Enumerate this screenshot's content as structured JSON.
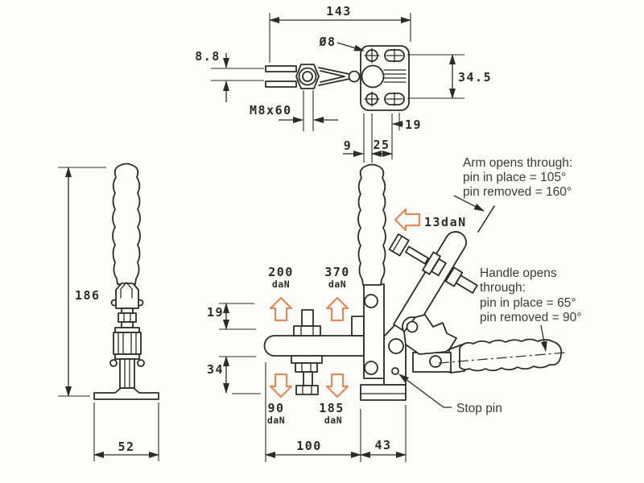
{
  "drawing": {
    "title": "Vertical toggle clamp dimensioned drawing",
    "colors": {
      "ink": "#2b2b2b",
      "accent_orange": "#de8a5b",
      "background": "#fcfcfb"
    },
    "top_view": {
      "d143": "143",
      "dia8": "Ø8",
      "d8_8": "8.8",
      "m8": "M8x60",
      "d34_5": "34.5",
      "d9": "9",
      "d25": "25",
      "d19": "19"
    },
    "front_view": {
      "d186": "186",
      "d52": "52"
    },
    "main_view": {
      "d19": "19",
      "d34": "34",
      "d100": "100",
      "d43": "43",
      "forces": {
        "up_left": "200",
        "up_right": "370",
        "down_left": "90",
        "down_right": "185",
        "unit": "daN",
        "handle_force": "13daN"
      },
      "notes": {
        "arm_line1": "Arm opens through:",
        "arm_line2": "pin in place = 105°",
        "arm_line3": "pin removed = 160°",
        "handle_line1": "Handle opens",
        "handle_line2": "through:",
        "handle_line3": "pin in place = 65°",
        "handle_line4": "pin removed = 90°",
        "stop_pin": "Stop pin"
      }
    }
  }
}
